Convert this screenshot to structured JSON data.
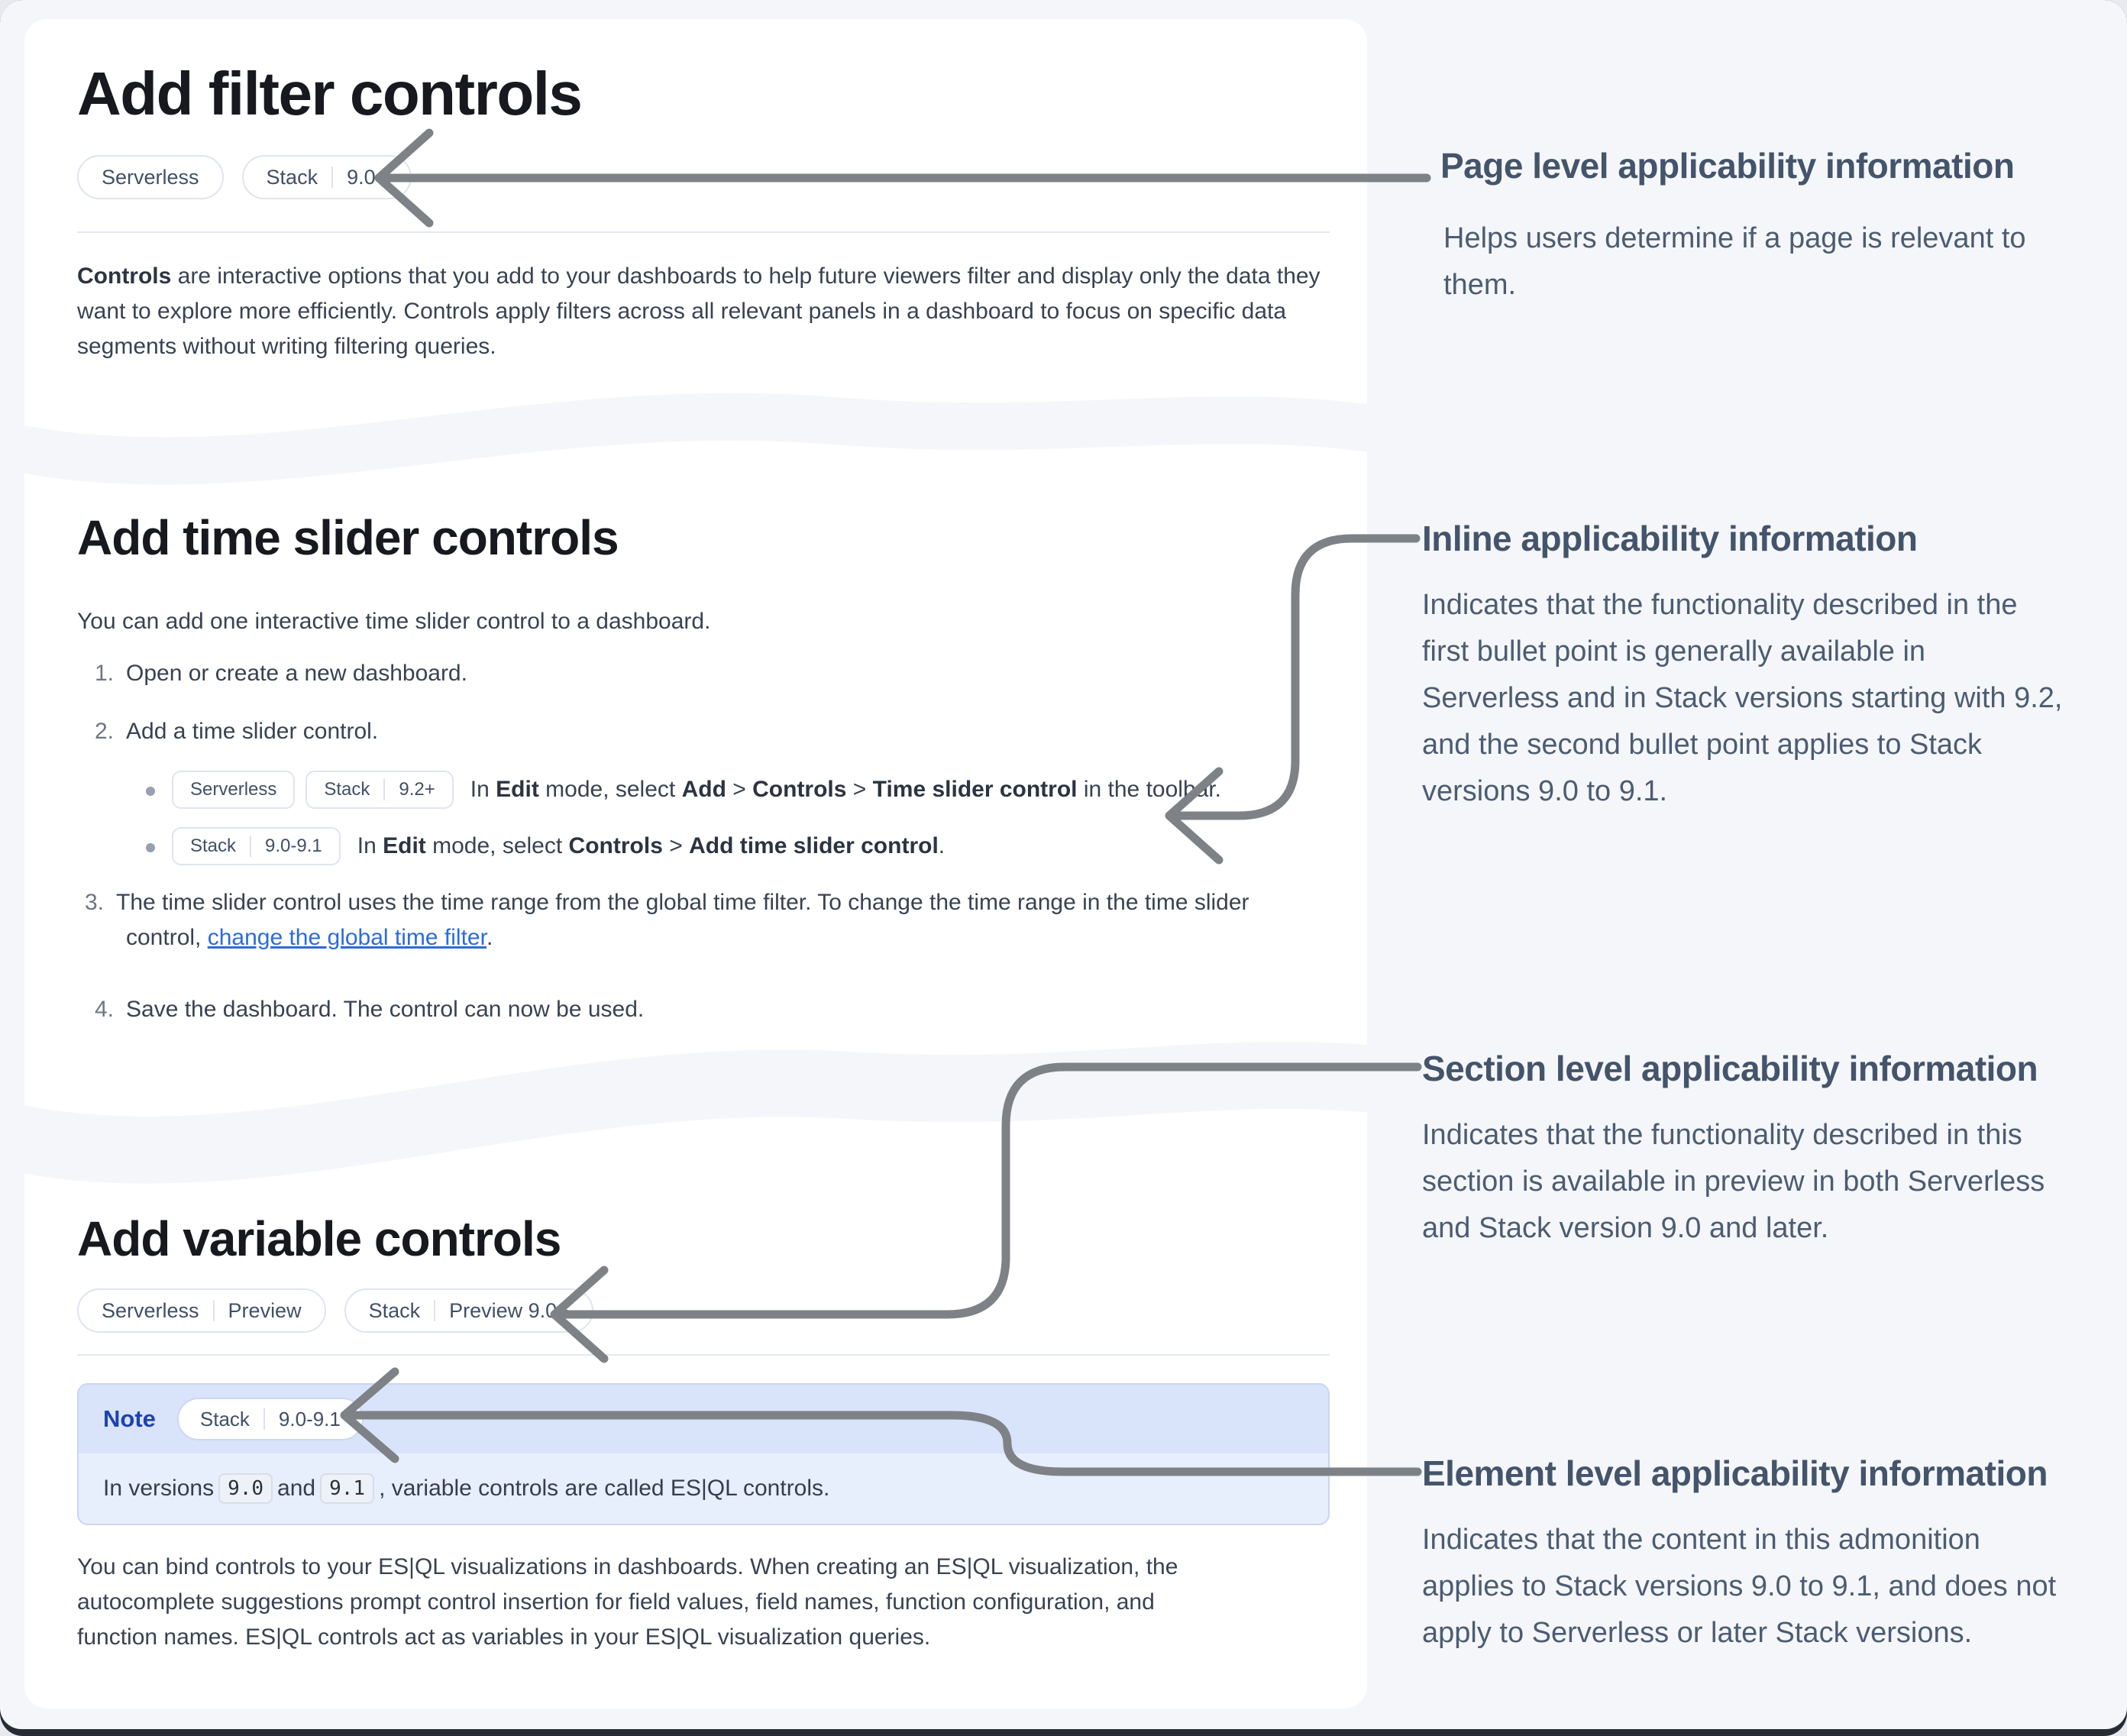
{
  "page": {
    "background": "#f4f6fa",
    "card_background": "#ffffff",
    "link_color": "#2b6bdf",
    "arrow_color": "#7e8186",
    "note_accent": "#1e42ad"
  },
  "sections": {
    "filter": {
      "title": "Add filter controls",
      "badges": [
        {
          "parts": [
            "Serverless"
          ]
        },
        {
          "parts": [
            "Stack",
            "9.0+"
          ]
        }
      ],
      "intro": {
        "bold": "Controls",
        "rest": " are interactive options that you add to your dashboards to help future viewers filter and display only the data they want to explore more efficiently. Controls apply filters across all relevant panels in a dashboard to focus on specific data segments without writing filtering queries."
      }
    },
    "time_slider": {
      "title": "Add time slider controls",
      "intro": "You can add one interactive time slider control to a dashboard.",
      "steps": {
        "one": {
          "num": "1.",
          "text": "Open or create a new dashboard."
        },
        "two": {
          "num": "2.",
          "text": "Add a time slider control."
        },
        "three": {
          "num": "3.",
          "text_before_link": "The time slider control uses the time range from the global time filter. To change the time range in the time slider control, ",
          "link": "change the global time filter",
          "text_after_link": "."
        },
        "four": {
          "num": "4.",
          "text": "Save the dashboard. The control can now be used."
        }
      },
      "bullets": {
        "first": {
          "badges": [
            {
              "parts": [
                "Serverless"
              ]
            },
            {
              "parts": [
                "Stack",
                "9.2+"
              ]
            }
          ],
          "segments": {
            "s1": "In ",
            "b1": "Edit",
            "s2": " mode, select ",
            "b2": "Add",
            "s3": " > ",
            "b3": "Controls",
            "s4": " > ",
            "b4": "Time slider control",
            "s5": " in the toolbar."
          }
        },
        "second": {
          "badges": [
            {
              "parts": [
                "Stack",
                "9.0-9.1"
              ]
            }
          ],
          "segments": {
            "s1": "In ",
            "b1": "Edit",
            "s2": " mode, select ",
            "b2": "Controls",
            "s3": " > ",
            "b3": "Add time slider control",
            "s4": "."
          }
        }
      }
    },
    "variable": {
      "title": "Add variable controls",
      "badges": [
        {
          "parts": [
            "Serverless",
            "Preview"
          ]
        },
        {
          "parts": [
            "Stack",
            "Preview 9.0+"
          ]
        }
      ],
      "note": {
        "label": "Note",
        "badge": {
          "parts": [
            "Stack",
            "9.0-9.1"
          ]
        },
        "body": {
          "s1": "In versions ",
          "code1": "9.0",
          "s2": " and ",
          "code2": "9.1",
          "s3": ", variable controls are called ES|QL controls."
        }
      },
      "body": "You can bind controls to your ES|QL visualizations in dashboards. When creating an ES|QL visualization, the autocomplete suggestions prompt control insertion for field values, field names, function configuration, and function names. ES|QL controls act as variables in your ES|QL visualization queries."
    }
  },
  "annotations": {
    "page_level": {
      "title": "Page level applicability information",
      "body": "Helps users determine if a page is relevant to them."
    },
    "inline": {
      "title": "Inline applicability information",
      "body": "Indicates that the functionality described in the first bullet point is generally available in Serverless and in Stack versions starting with 9.2, and the second bullet point applies to Stack versions 9.0 to 9.1."
    },
    "section_level": {
      "title": "Section level applicability information",
      "body": "Indicates that the functionality described in this section is available in preview in both Serverless and Stack version 9.0 and later."
    },
    "element_level": {
      "title": "Element level applicability information",
      "body": "Indicates that the content in this admonition applies to Stack versions 9.0 to 9.1, and does not apply to Serverless or later Stack versions."
    }
  }
}
